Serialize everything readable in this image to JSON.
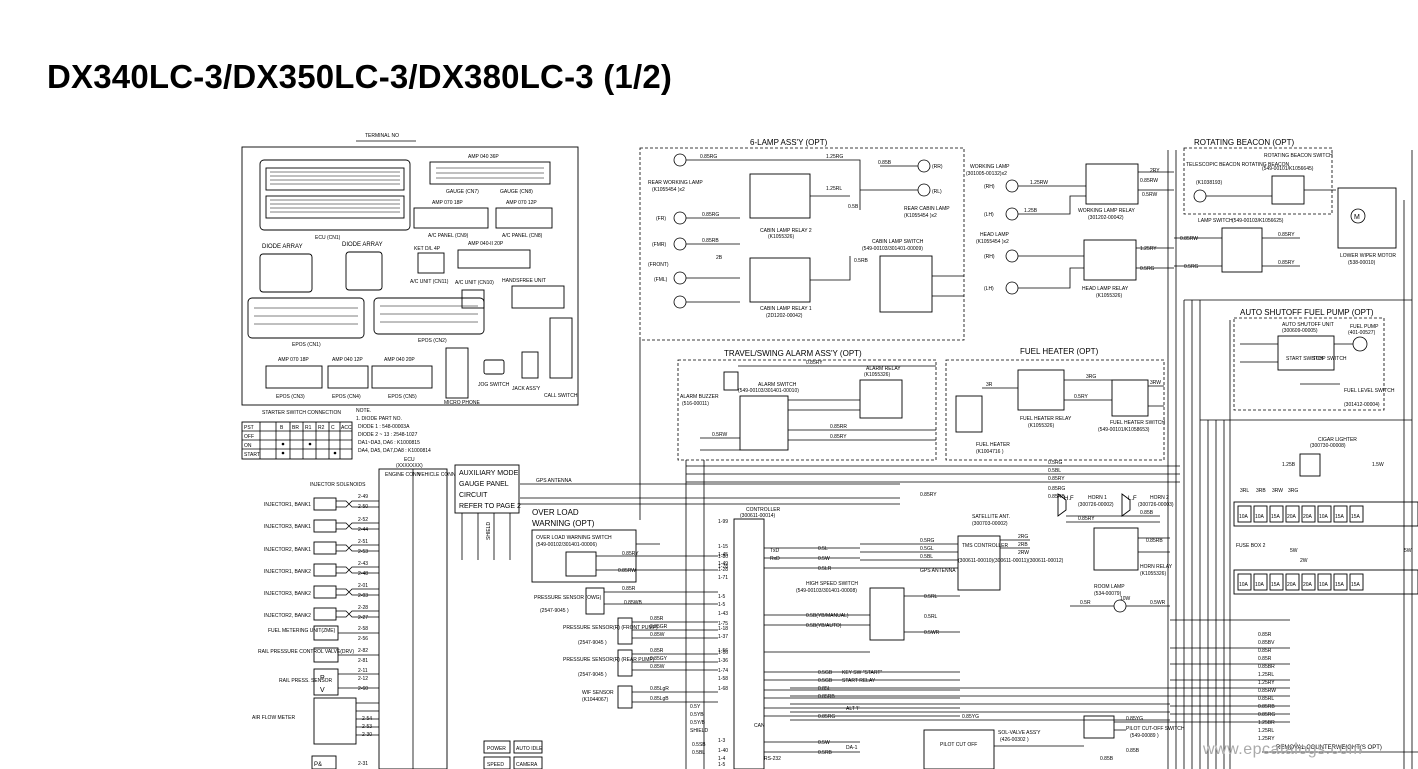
{
  "title": "DX340LC-3/DX350LC-3/DX380LC-3 (1/2)",
  "watermark": "www.epcatalogs.com",
  "connector_panel": {
    "terminal_no": "TERMINAL NO",
    "ecu_cn1": "ECU (CN1)",
    "amp_040_36p": "AMP 040 36P",
    "gauge_cn7": "GAUGE (CN7)",
    "gauge_cn8": "GAUGE (CN8)",
    "amp_070_18p": "AMP 070 18P",
    "amp_070_12p": "AMP 070 12P",
    "ac_panel_cn9": "A/C PANEL (CN9)",
    "ac_panel_cn8": "A/C PANEL (CN8)",
    "diode_array_1": "DIODE ARRAY",
    "diode_array_2": "DIODE ARRAY",
    "ket_4p": "KET D/L 4P",
    "amp_040_ii_20p": "AMP 040-II 20P",
    "ac_unit_cn11": "A/C UNIT (CN11)",
    "ac_unit_cn10": "A/C UNIT (CN10)",
    "handsfree_unit": "HANDSFREE UNIT",
    "epos_cn1": "EPOS (CN1)",
    "epos_cn2": "EPOS (CN2)",
    "amp_070_18p_b": "AMP 070 18P",
    "amp_040_12p": "AMP 040 12P",
    "amp_040_20p": "AMP 040 20P",
    "epos_cn3": "EPOS (CN3)",
    "epos_cn4": "EPOS (CN4)",
    "epos_cn5": "EPOS (CN5)",
    "micro_phone": "MICRO PHONE",
    "jog_switch": "JOG SWITCH",
    "jack_assy": "JACK ASS'Y",
    "call_switch": "CALL SWITCH"
  },
  "starter_switch": {
    "title": "STARTER SWITCH CONNECTION",
    "headers": [
      "PST",
      "B",
      "BR",
      "R1",
      "R2",
      "C",
      "ACC"
    ],
    "rows": [
      "OFF",
      "ON",
      "START"
    ]
  },
  "note": {
    "title": "NOTE.",
    "lines": [
      "1. DIODE PART NO.",
      "DIODE 1        : 548-00003A",
      "DIODE 2 ~ 13   : 2548-1027",
      "DA1~DA3, DA6    : K1000815",
      "DA4, DA5, DA7,DA8 : K1000814"
    ]
  },
  "ecu": {
    "label": "ECU",
    "part": "(XXXXXXX)",
    "engine_conn": "ENGINE CONN",
    "vehicle_conn": "VEHICLE CONN"
  },
  "injectors": {
    "heading": "INJECTOR SOLENOIDS",
    "items": [
      "INJECTOR1, BANK1",
      "INJECTOR3, BANK1",
      "INJECTOR2, BANK1",
      "INJECTOR1, BANK2",
      "INJECTOR3, BANK2",
      "INJECTOR2, BANK2"
    ],
    "pins": [
      "2-49",
      "2-50",
      "2-52",
      "2-44",
      "2-51",
      "2-53",
      "2-43",
      "2-48",
      "2-01",
      "2-03",
      "2-28",
      "2-27"
    ]
  },
  "sensors_left": {
    "fuel_metering": "FUEL METERING UNIT(ZME)",
    "rail_pressure_valve": "RAIL PRESSURE CONTROL VALVE(DRV)",
    "rail_press_sensor": "RAIL PRESS. SENSOR",
    "air_flow_meter": "AIR FLOW METER",
    "pins": [
      "2-58",
      "2-56",
      "2-82",
      "2-81",
      "2-11",
      "2-12",
      "2-60",
      "2-54",
      "2-53",
      "2-30"
    ]
  },
  "aux_mode": {
    "line1": "AUXILIARY MODE",
    "line2": "GAUGE PANEL",
    "line3": "CIRCUIT",
    "line4": "REFER TO PAGE 2"
  },
  "six_lamp": {
    "title": "6-LAMP ASS'Y (OPT)",
    "rear_working_lamp": "REAR WORKING LAMP",
    "rear_working_part": "(K1055454 )x2",
    "cabin_lamp_relay_2": "CABIN LAMP RELAY 2",
    "cabin_lamp_relay_2_part": "(K1055326)",
    "cabin_lamp_relay_1": "CABIN LAMP RELAY 1",
    "cabin_lamp_relay_1_part": "(2D1202-00042)",
    "rear_cabin_lamp": "REAR CABIN LAMP",
    "rear_cabin_part": "(K1055454 )x2",
    "cabin_lamp_switch": "CABIN LAMP SWITCH",
    "cabin_lamp_switch_part": "(549-00103/301401-00009)",
    "positions": [
      "(FR)",
      "(FMR)",
      "(FRONT)",
      "(FML)",
      "(RR)",
      "(RL)"
    ],
    "wires": [
      "0.85RG",
      "1.25RG",
      "0.85RG",
      "0.85B",
      "0.85RB",
      "2B",
      "0.5RB",
      "1.25RL",
      "0.5B"
    ]
  },
  "working_lamp": {
    "title": "WORKING LAMP",
    "part": "(301005-00132)x2",
    "rh": "(RH)",
    "lh": "(LH)",
    "relay": "WORKING LAMP RELAY",
    "relay_part": "(301202-00042)",
    "head_lamp": "HEAD LAMP",
    "head_part": "(K1055454 )x2",
    "head_relay": "HEAD LAMP RELAY",
    "head_relay_part": "(K1055326)",
    "wires": [
      "1.25RW",
      "1.25B",
      "0.85RW",
      "2RY",
      "0.5RW",
      "1.25RY",
      "0.5RG"
    ]
  },
  "rotating_beacon": {
    "title": "ROTATING BEACON (OPT)",
    "beacon_switch": "ROTATING BEACON SWITCH",
    "beacon_switch_part": "(549-00101/K1056645)",
    "telescopic": "TELESCOPIC BEACON ROTATING BEACON",
    "telescopic_part": "(K1038193)",
    "lamp_switch": "LAMP SWITCH",
    "lamp_switch_part": "(549-00103/K1056625)",
    "wires": [
      "0.85RW",
      "0.5RG",
      "0.85RY",
      "0.85RY"
    ]
  },
  "wiper": {
    "label": "LOWER WIPER MOTOR",
    "part": "(538-00010)"
  },
  "auto_shutoff": {
    "title": "AUTO SHUTOFF FUEL PUMP (OPT)",
    "unit": "AUTO SHUTOFF UNIT",
    "unit_part": "(300609-00005)",
    "fuel_pump": "FUEL PUMP",
    "fuel_pump_part": "(401-00527)",
    "start_switch": "START SWITCH",
    "stop_switch": "STOP SWITCH",
    "fuel_level_switch": "FUEL LEVEL SWITCH",
    "fuel_level_part": "(301412-00004)"
  },
  "travel_alarm": {
    "title": "TRAVEL/SWING ALARM ASS'Y (OPT)",
    "buzzer": "ALARM BUZZER",
    "buzzer_part": "(516-00011)",
    "alarm_switch": "ALARM SWITCH",
    "alarm_switch_part": "(549-00103/301401-00010)",
    "alarm_relay": "ALARM RELAY",
    "alarm_relay_part": "(K1055326)",
    "wires": [
      "0.85RY",
      "0.5RW",
      "0.85RR",
      "0.85RY"
    ]
  },
  "fuel_heater": {
    "title": "FUEL HEATER (OPT)",
    "relay": "FUEL HEATER RELAY",
    "relay_part": "(K1055326)",
    "switch": "FUEL HEATER SWITCH",
    "switch_part": "(549-00101/K1058653)",
    "heater": "FUEL HEATER",
    "heater_part": "(K1004716 )",
    "wires": [
      "3RG",
      "3RW",
      "3R",
      "0.5RY"
    ]
  },
  "bus_wires": [
    "0.5RG",
    "0.5BL",
    "0.85RY",
    "0.85RY",
    "0.85RG",
    "0.85RB"
  ],
  "gps_antenna": "GPS ANTENNA",
  "overload": {
    "title_1": "OVER LOAD",
    "title_2": "WARNING (OPT)",
    "switch": "OVER LOAD WARNING SWITCH",
    "switch_part": "(549-00102/301401-00006)",
    "pressure_sensor": "PRESSURE SENSOR (OWG)",
    "pressure_sensor_part": "(2547-9045 )",
    "wires": [
      "0.85RY",
      "0.85R",
      "0.85RW",
      "0.85WB"
    ]
  },
  "pump_sensors": {
    "front": "PRESSURE SENSOR(R) (FRONT PUMP)",
    "front_part": "(2547-9045 )",
    "rear": "PRESSURE SENSOR(R) (REAR PUMP)",
    "rear_part": "(2547-9045 )",
    "wif": "WIF SENSOR",
    "wif_part": "(K1044067)",
    "wires": [
      "0.85R",
      "0.85GR",
      "0.85W",
      "0.85R",
      "0.85GY",
      "0.85W",
      "0.85LgR",
      "0.85LgB"
    ]
  },
  "controller": {
    "label": "CONTROLLER",
    "part": "(300611-00014)",
    "can": "CAN",
    "rs232": "RS-232",
    "pins": [
      "1-99",
      "1-45",
      "1-49",
      "1-28",
      "1-71",
      "1-5",
      "1-5",
      "1-18",
      "1-37",
      "1-16",
      "1-36",
      "1-15",
      "1-80",
      "1-78",
      "1-43",
      "1-75",
      "1-56",
      "1-74",
      "1-58",
      "1-68",
      "1-3",
      "1-40",
      "1-4",
      "1-5"
    ],
    "wires": [
      "0.5L",
      "0.5W",
      "0.5LR",
      "0.5YB",
      "0.5Y",
      "0.5W",
      "0.5RB"
    ],
    "labels": [
      "TxD",
      "RxD",
      "0.5Y/B",
      "0.5SB",
      "0.5BL",
      "SHIELD"
    ]
  },
  "high_speed_switch": {
    "label": "HIGH SPEED SWITCH",
    "part": "(549-00103/301401-00008)",
    "wires": [
      "0.5B(YB/MANUAL)",
      "0.5B(YB/AUTO)",
      "0.5RL",
      "0.5RL",
      "0.5WR"
    ]
  },
  "tms": {
    "label": "TMS CONTROLLER",
    "parts": "(300611-00010)(300611-00011)(300611-00012)",
    "satellite": "SATELLITE ANT.",
    "satellite_part": "(300703-00002)",
    "wires": [
      "0.5RG",
      "0.5GL",
      "0.5BL",
      "0.5BL",
      "0.5RB",
      "2RG",
      "2RB",
      "2RW"
    ]
  },
  "horns": {
    "horn1": "HORN 1",
    "horn1_part": "(300726-00002)",
    "horn2": "HORN 2",
    "horn2_part": "(300726-00003)",
    "horn_relay": "HORN RELAY",
    "horn_relay_part": "(K1055326)",
    "hf": "H.F",
    "lf": "L.F",
    "wires": [
      "0.85RY",
      "0.85B",
      "0.85RB"
    ]
  },
  "room_lamp": {
    "label": "ROOM LAMP",
    "part": "(534-00079)",
    "wattage": "10W",
    "wires": [
      "0.5R",
      "0.5WR"
    ]
  },
  "cigar_lighter": {
    "label": "CIGAR LIGHTER",
    "part": "(300730-00008)",
    "wires": [
      "1.25B",
      "1.5W"
    ]
  },
  "fuse_box_2": {
    "label": "FUSE BOX 2",
    "ratings": [
      "10A",
      "10A",
      "15A",
      "20A",
      "20A",
      "10A",
      "15A",
      "15A"
    ],
    "wires": [
      "3RL",
      "3RB",
      "3RW",
      "3RG",
      "5W",
      "5W",
      "2W"
    ]
  },
  "right_bus_wires": [
    "0.85R",
    "0.85BV",
    "0.85R",
    "0.85R",
    "0.85BR",
    "1.25RL",
    "1.25RY",
    "0.85RW",
    "0.85RL",
    "0.85RB",
    "0.85RG",
    "1.25BR",
    "1.25RL",
    "1.25RY"
  ],
  "key_switch": {
    "label": "KEY SW \"START\"",
    "relay": "START RELAY",
    "alt": "ALT 'I'",
    "wires": [
      "0.5GB",
      "0.85L",
      "0.85RB",
      "0.5GB",
      "0.85YG",
      "0.85RG"
    ]
  },
  "pilot": {
    "cut_off": "PILOT CUT OFF",
    "solvalve": "SOL-VALVE ASS'Y",
    "solvalve_part": "(426-00302 )",
    "cutoff_switch": "PILOT CUT-OFF SWITCH",
    "cutoff_switch_part": "(549-00089 )",
    "wires": [
      "0.85YG",
      "0.85B",
      "0.85B"
    ]
  },
  "bottom": {
    "power": "POWER",
    "auto_idle": "AUTO IDLE",
    "speed": "SPEED",
    "camera": "CAMERA",
    "pk": "P&",
    "pin_231": "2-31",
    "da1": "DA-1",
    "removal": "REMOVAL COUNTERWEIGHT(S OPT)"
  }
}
